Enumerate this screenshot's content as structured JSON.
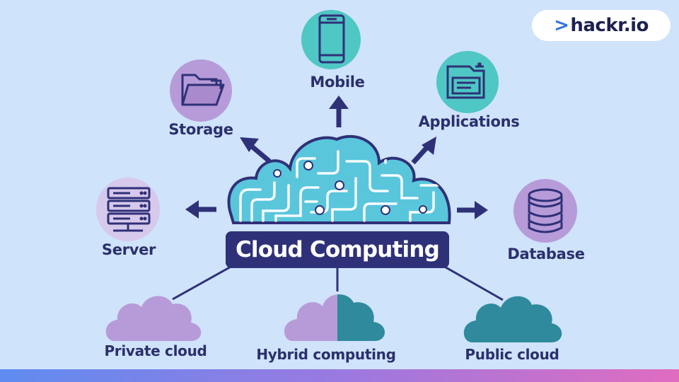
{
  "title": "Cloud Computing",
  "brand": {
    "prefix": ">",
    "name": "hackr.io"
  },
  "nodes": {
    "mobile": "Mobile",
    "storage": "Storage",
    "applications": "Applications",
    "server": "Server",
    "database": "Database"
  },
  "cloud_types": {
    "private": "Private cloud",
    "hybrid": "Hybrid computing",
    "public": "Public cloud"
  },
  "icons": [
    "mobile-icon",
    "folder-icon",
    "app-window-icon",
    "server-icon",
    "database-icon",
    "circuit-cloud-icon"
  ],
  "colors": {
    "background": "#cfe3fb",
    "navy": "#2f3178",
    "teal": "#4fc7c4",
    "purple": "#b79bd8",
    "dark_teal": "#2e8a9c",
    "cloud_cyan": "#5ac6dc"
  }
}
